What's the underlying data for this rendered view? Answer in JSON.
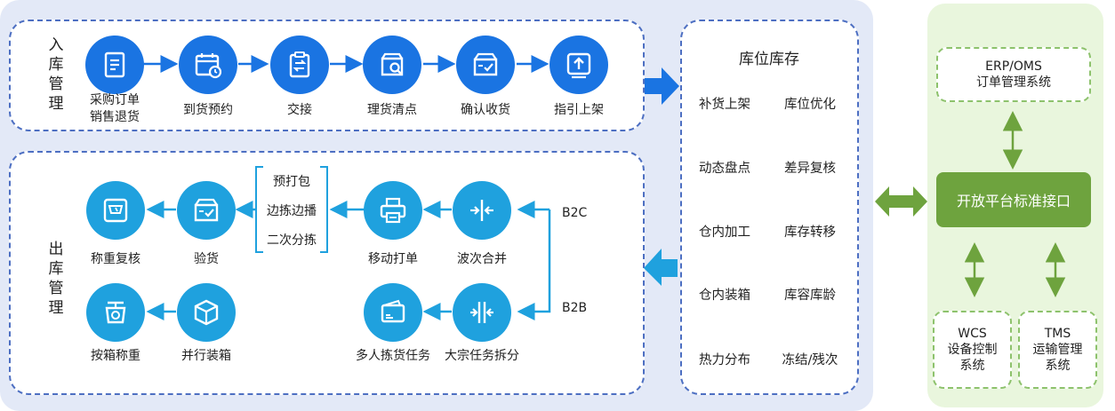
{
  "inbound": {
    "title": "入\n库\n管\n理",
    "steps": [
      {
        "label": "采购订单\n销售退货",
        "icon": "document-icon"
      },
      {
        "label": "到货预约",
        "icon": "calendar-icon"
      },
      {
        "label": "交接",
        "icon": "clipboard-icon"
      },
      {
        "label": "理货清点",
        "icon": "box-search-icon"
      },
      {
        "label": "确认收货",
        "icon": "box-check-icon"
      },
      {
        "label": "指引上架",
        "icon": "upload-icon"
      }
    ]
  },
  "outbound": {
    "title": "出\n库\n管\n理",
    "nodes": {
      "weigh_check": "称重复核",
      "inspect": "验货",
      "mobile_print": "移动打单",
      "wave_merge": "波次合并",
      "box_weigh": "按箱称重",
      "parallel_pack": "并行装箱",
      "multi_pick": "多人拣货任务",
      "bulk_split": "大宗任务拆分"
    },
    "bracket_items": [
      "预打包",
      "边拣边播",
      "二次分拣"
    ],
    "b2c": "B2C",
    "b2b": "B2B"
  },
  "stock": {
    "title": "库位库存",
    "items": [
      [
        "补货上架",
        "库位优化"
      ],
      [
        "动态盘点",
        "差异复核"
      ],
      [
        "仓内加工",
        "库存转移"
      ],
      [
        "仓内装箱",
        "库容库龄"
      ],
      [
        "热力分布",
        "冻结/残次"
      ]
    ]
  },
  "platform": {
    "erp": "ERP/OMS\n订单管理系统",
    "interface": "开放平台标准接口",
    "wcs": "WCS\n设备控制\n系统",
    "tms": "TMS\n运输管理\n系统"
  },
  "colors": {
    "dark_blue": "#1a74e2",
    "light_blue": "#1fa1de",
    "green": "#6ea33e",
    "dashed_blue": "#4d6fc2",
    "dashed_green": "#8dc26c"
  }
}
